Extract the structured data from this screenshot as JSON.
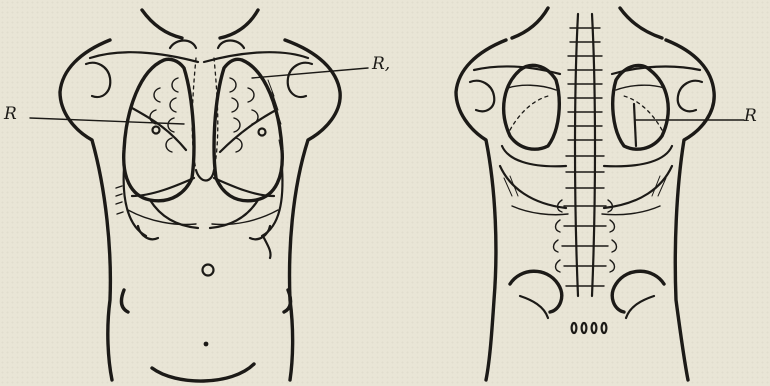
{
  "figures": [
    {
      "view": "anterior",
      "labels": [
        {
          "text": "R",
          "side": "left"
        },
        {
          "text": "R,",
          "side": "right"
        }
      ]
    },
    {
      "view": "posterior",
      "labels": [
        {
          "text": "R",
          "side": "right"
        }
      ]
    }
  ]
}
